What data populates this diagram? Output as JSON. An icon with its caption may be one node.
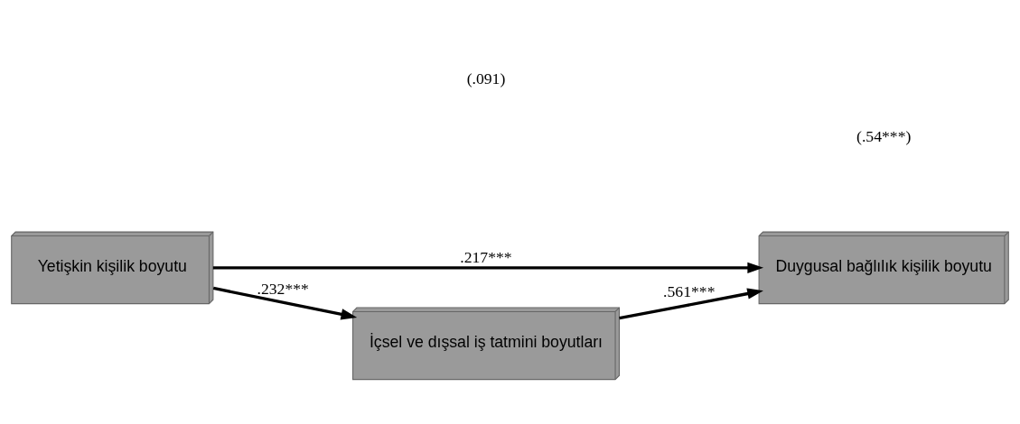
{
  "diagram": {
    "nodes": [
      {
        "text": [
          "Yetişkin kişilik boyutu"
        ]
      },
      {
        "text": [
          "Duygusal bağlılık kişilik boyutu"
        ]
      },
      {
        "text": [
          "İçsel ve dışsal iş tatmini boyutları"
        ]
      }
    ],
    "edges": [
      {
        "from": 0,
        "to": 1,
        "arrow": "to",
        "label": ".217***"
      },
      {
        "from": 0,
        "to": 2,
        "arrow": "to",
        "label": ".232***"
      },
      {
        "from": 2,
        "to": 1,
        "arrow": "to",
        "label": ".561***"
      }
    ],
    "labels": [
      "(.091)",
      "(.54***)"
    ]
  }
}
